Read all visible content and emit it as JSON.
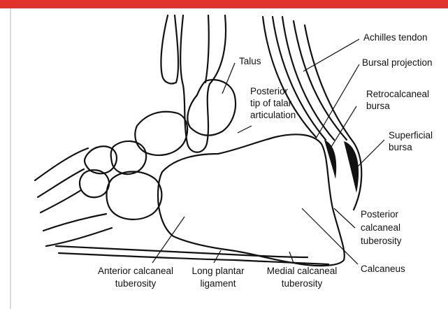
{
  "theme": {
    "accent": "#e0332e",
    "ink": "#111111",
    "divider": "#d9d9d9"
  },
  "labels": {
    "achilles_tendon": "Achilles tendon",
    "bursal_projection": "Bursal projection",
    "talus": "Talus",
    "posterior_tip": [
      "Posterior",
      "tip of talar",
      "articulation"
    ],
    "retrocalcaneal_bursa": [
      "Retrocalcaneal",
      "bursa"
    ],
    "superficial_bursa": [
      "Superficial",
      "bursa"
    ],
    "posterior_calcaneal_tuberosity": [
      "Posterior",
      "calcaneal",
      "tuberosity"
    ],
    "calcaneus": "Calcaneus",
    "anterior_calcaneal_tuberosity": [
      "Anterior calcaneal",
      "tuberosity"
    ],
    "long_plantar_ligament": [
      "Long plantar",
      "ligament"
    ],
    "medial_calcaneal_tuberosity": [
      "Medial calcaneal",
      "tuberosity"
    ]
  }
}
